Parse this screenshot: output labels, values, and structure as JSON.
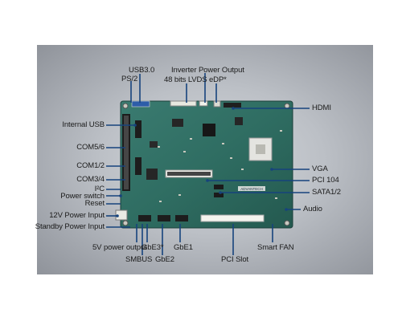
{
  "labels": {
    "usb30": "USB3.0",
    "ps2": "PS/2",
    "inverter_power_output": "Inverter Power Output",
    "lvds": "48 bits LVDS",
    "edp": "eDP*",
    "hdmi": "HDMI",
    "internal_usb": "Internal USB",
    "com56": "COM5/6",
    "com12": "COM1/2",
    "com34": "COM3/4",
    "i2c": "I²C",
    "power_switch": "Power switch",
    "reset": "Reset",
    "power_input_12v": "12V Power Input",
    "standby_power_input": "Standby Power Input",
    "power_output_5v": "5V power output",
    "smbus": "SMBUS",
    "gbe3": "GbE3*",
    "gbe2": "GbE2",
    "gbe1": "GbE1",
    "vga": "VGA",
    "pci104": "PCI 104",
    "sata12": "SATA1/2",
    "audio": "Audio",
    "pci_slot": "PCI Slot",
    "smart_fan": "Smart FAN"
  },
  "board": {
    "silkscreen": "ADVANTECH"
  },
  "colors": {
    "pcb": "#2f6d62",
    "pcb_dark": "#1f4f47",
    "leader": "#16437d",
    "background": "#ffffff"
  }
}
